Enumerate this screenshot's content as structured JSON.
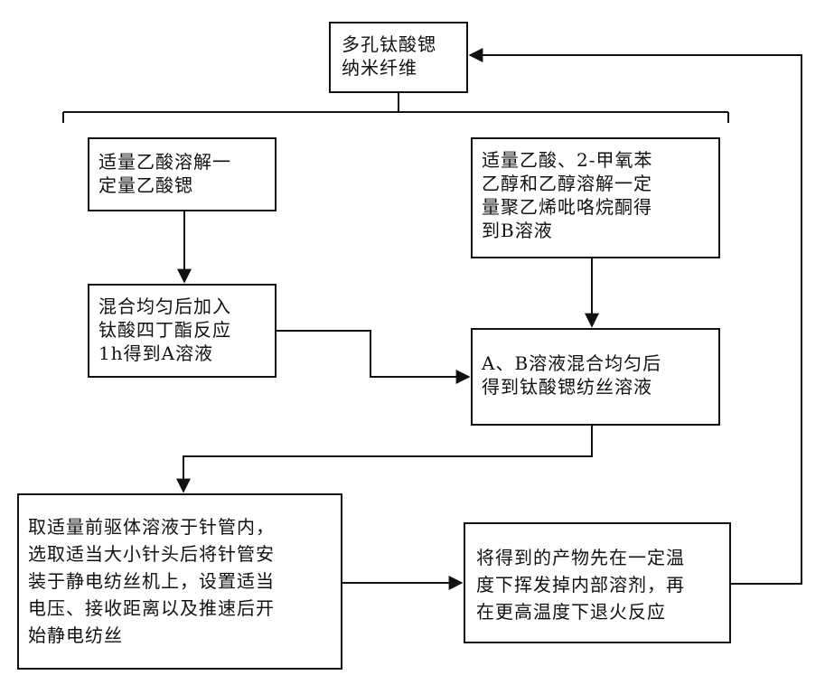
{
  "nodes": {
    "top": {
      "lines": [
        "多孔钛酸锶",
        "纳米纤维"
      ]
    },
    "a1": {
      "lines": [
        "适量乙酸溶解一",
        "定量乙酸锶"
      ]
    },
    "b1": {
      "lines": [
        "适量乙酸、2-甲氧苯",
        "乙醇和乙醇溶解一定",
        "量聚乙烯吡咯烷酮得",
        "到B溶液"
      ]
    },
    "a2": {
      "lines": [
        "混合均匀后加入",
        "钛酸四丁酯反应",
        "1h得到A溶液"
      ]
    },
    "ab": {
      "lines": [
        "A、B溶液混合均匀后",
        "得到钛酸锶纺丝溶液"
      ]
    },
    "spin": {
      "lines": [
        "取适量前驱体溶液于针管内，",
        "选取适当大小针头后将针管安",
        "装于静电纺丝机上，设置适当",
        "电压、接收距离以及推速后开",
        "始静电纺丝"
      ]
    },
    "anneal": {
      "lines": [
        "将得到的产物先在一定温",
        "度下挥发掉内部溶剂，再",
        "在更高温度下退火反应"
      ]
    }
  },
  "edges": [
    {
      "from": "top",
      "to": "a1"
    },
    {
      "from": "top",
      "to": "b1"
    },
    {
      "from": "a1",
      "to": "a2"
    },
    {
      "from": "b1",
      "to": "ab"
    },
    {
      "from": "a2",
      "to": "ab"
    },
    {
      "from": "ab",
      "to": "spin"
    },
    {
      "from": "spin",
      "to": "anneal"
    },
    {
      "from": "anneal",
      "to": "top"
    }
  ]
}
